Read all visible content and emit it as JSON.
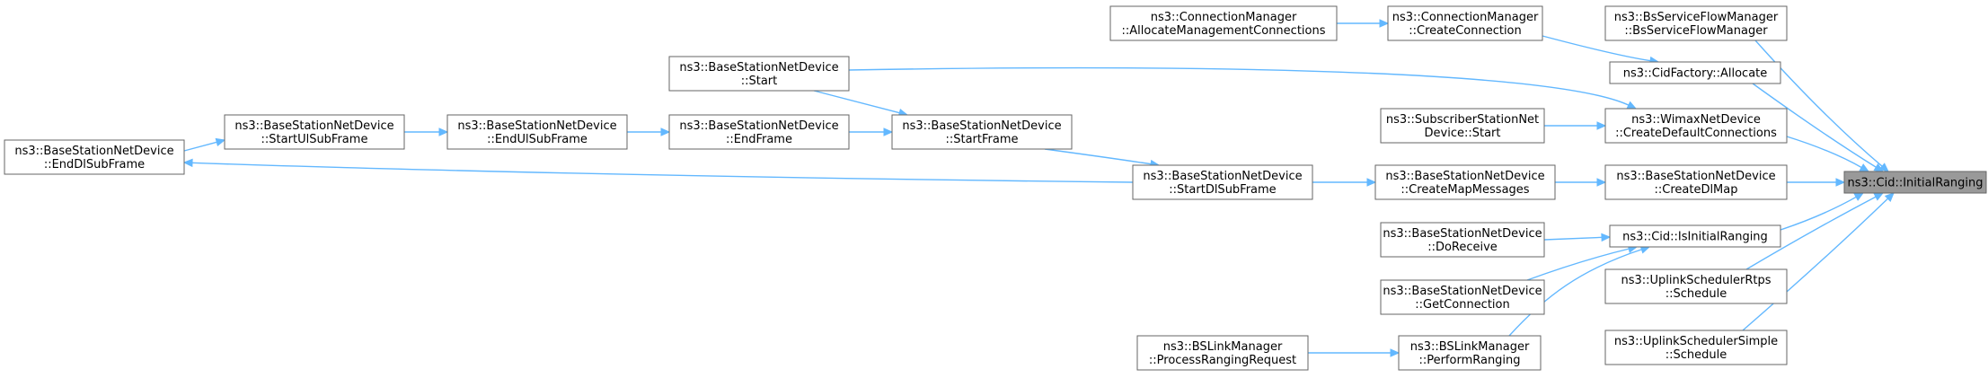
{
  "graph": {
    "nodes": {
      "n0": {
        "lines": [
          "ns3::Cid::InitialRanging"
        ],
        "highlight": true
      },
      "n1": {
        "lines": [
          "ns3::BsServiceFlowManager",
          "::BsServiceFlowManager"
        ]
      },
      "n2": {
        "lines": [
          "ns3::CidFactory::Allocate"
        ]
      },
      "n3": {
        "lines": [
          "ns3::ConnectionManager",
          "::CreateConnection"
        ]
      },
      "n4": {
        "lines": [
          "ns3::ConnectionManager",
          "::AllocateManagementConnections"
        ]
      },
      "n5": {
        "lines": [
          "ns3::WimaxNetDevice",
          "::CreateDefaultConnections"
        ]
      },
      "n6": {
        "lines": [
          "ns3::BaseStationNetDevice",
          "::Start"
        ]
      },
      "n7": {
        "lines": [
          "ns3::SubscriberStationNet",
          "Device::Start"
        ]
      },
      "n8": {
        "lines": [
          "ns3::BaseStationNetDevice",
          "::CreateDlMap"
        ]
      },
      "n9": {
        "lines": [
          "ns3::BaseStationNetDevice",
          "::CreateMapMessages"
        ]
      },
      "n10": {
        "lines": [
          "ns3::BaseStationNetDevice",
          "::StartDlSubFrame"
        ]
      },
      "n11": {
        "lines": [
          "ns3::BaseStationNetDevice",
          "::EndDlSubFrame"
        ]
      },
      "n12": {
        "lines": [
          "ns3::BaseStationNetDevice",
          "::StartUlSubFrame"
        ]
      },
      "n13": {
        "lines": [
          "ns3::BaseStationNetDevice",
          "::EndUlSubFrame"
        ]
      },
      "n14": {
        "lines": [
          "ns3::BaseStationNetDevice",
          "::EndFrame"
        ]
      },
      "n15": {
        "lines": [
          "ns3::BaseStationNetDevice",
          "::StartFrame"
        ]
      },
      "n16": {
        "lines": [
          "ns3::Cid::IsInitialRanging"
        ]
      },
      "n17": {
        "lines": [
          "ns3::BaseStationNetDevice",
          "::DoReceive"
        ]
      },
      "n18": {
        "lines": [
          "ns3::BaseStationNetDevice",
          "::GetConnection"
        ]
      },
      "n19": {
        "lines": [
          "ns3::BSLinkManager",
          "::PerformRanging"
        ]
      },
      "n20": {
        "lines": [
          "ns3::BSLinkManager",
          "::ProcessRangingRequest"
        ]
      },
      "n21": {
        "lines": [
          "ns3::UplinkSchedulerRtps",
          "::Schedule"
        ]
      },
      "n22": {
        "lines": [
          "ns3::UplinkSchedulerSimple",
          "::Schedule"
        ]
      }
    },
    "edges": [
      {
        "from": "n1",
        "to": "n0"
      },
      {
        "from": "n2",
        "to": "n0"
      },
      {
        "from": "n3",
        "to": "n2"
      },
      {
        "from": "n4",
        "to": "n3"
      },
      {
        "from": "n5",
        "to": "n0"
      },
      {
        "from": "n6",
        "to": "n5"
      },
      {
        "from": "n7",
        "to": "n5"
      },
      {
        "from": "n8",
        "to": "n0"
      },
      {
        "from": "n9",
        "to": "n8"
      },
      {
        "from": "n10",
        "to": "n9"
      },
      {
        "from": "n10",
        "to": "n11"
      },
      {
        "from": "n11",
        "to": "n12"
      },
      {
        "from": "n12",
        "to": "n13"
      },
      {
        "from": "n13",
        "to": "n14"
      },
      {
        "from": "n14",
        "to": "n15"
      },
      {
        "from": "n6",
        "to": "n15"
      },
      {
        "from": "n15",
        "to": "n10"
      },
      {
        "from": "n16",
        "to": "n0"
      },
      {
        "from": "n17",
        "to": "n16"
      },
      {
        "from": "n18",
        "to": "n16"
      },
      {
        "from": "n19",
        "to": "n16"
      },
      {
        "from": "n20",
        "to": "n19"
      },
      {
        "from": "n21",
        "to": "n0"
      },
      {
        "from": "n22",
        "to": "n0"
      }
    ]
  }
}
